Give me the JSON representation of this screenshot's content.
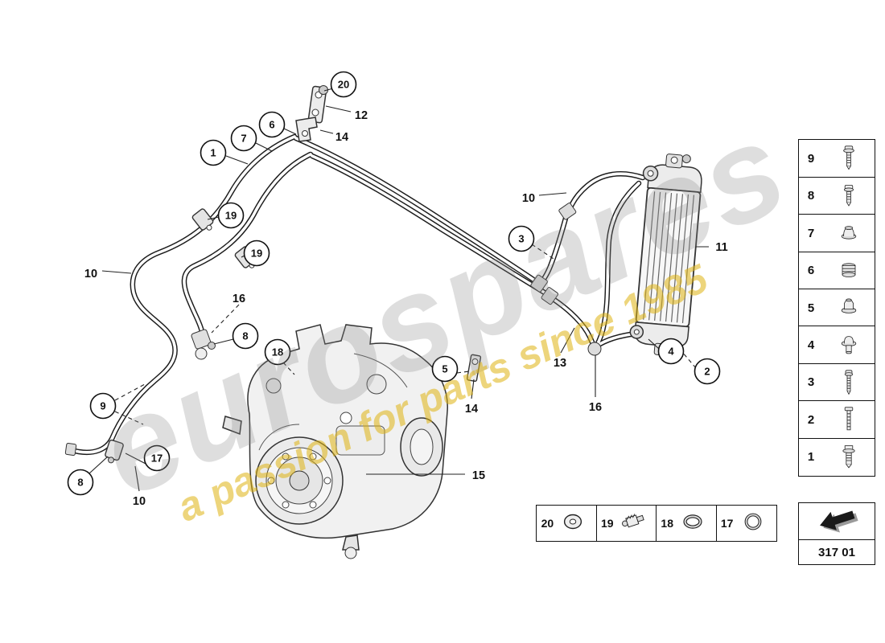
{
  "watermark": {
    "brand": "eurospares",
    "tagline": "a passion for parts since 1985"
  },
  "code": {
    "label": "317 01"
  },
  "callouts": {
    "circled": [
      "1",
      "7",
      "6",
      "20",
      "19",
      "19",
      "8",
      "18",
      "3",
      "5",
      "4",
      "2",
      "9",
      "8",
      "17"
    ],
    "plain": [
      "12",
      "14",
      "10",
      "16",
      "10",
      "11",
      "14",
      "13",
      "16",
      "10",
      "15"
    ]
  },
  "sidebar": {
    "items": [
      {
        "number": "9",
        "icon": "flange-screw"
      },
      {
        "number": "8",
        "icon": "flange-screw"
      },
      {
        "number": "7",
        "icon": "grommet"
      },
      {
        "number": "6",
        "icon": "rubber-bushing"
      },
      {
        "number": "5",
        "icon": "flange-nut"
      },
      {
        "number": "4",
        "icon": "grommet-tall"
      },
      {
        "number": "3",
        "icon": "screw"
      },
      {
        "number": "2",
        "icon": "long-bolt"
      },
      {
        "number": "1",
        "icon": "hex-flange-bolt"
      }
    ]
  },
  "legend": {
    "items": [
      {
        "number": "20",
        "icon": "washer"
      },
      {
        "number": "19",
        "icon": "bleeder-valve"
      },
      {
        "number": "18",
        "icon": "o-ring"
      },
      {
        "number": "17",
        "icon": "seal-ring"
      }
    ]
  },
  "colors": {
    "accent_yellow": "#deb210",
    "line": "#1a1a1a",
    "watermark_gray": "#878787"
  }
}
